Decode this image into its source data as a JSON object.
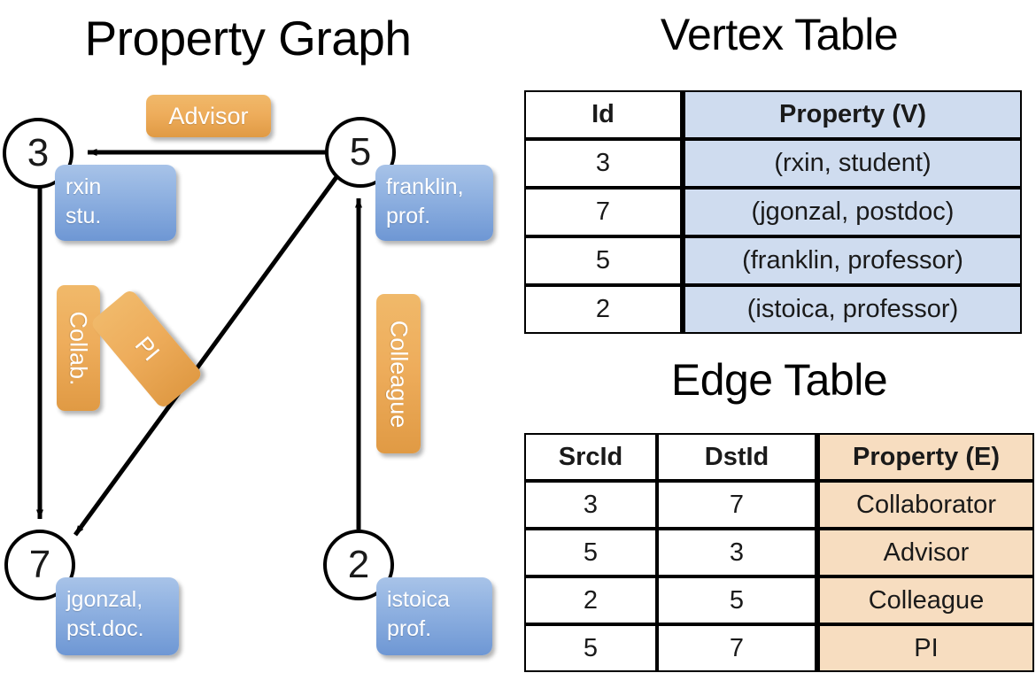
{
  "titles": {
    "property_graph": "Property Graph",
    "vertex_table": "Vertex Table",
    "edge_table": "Edge Table"
  },
  "graph": {
    "nodes": [
      {
        "id": "3",
        "property": "rxin\nstu."
      },
      {
        "id": "5",
        "property": "franklin,\nprof."
      },
      {
        "id": "7",
        "property": "jgonzal,\npst.doc."
      },
      {
        "id": "2",
        "property": "istoica\nprof."
      }
    ],
    "node_labels": {
      "n3": "3",
      "n5": "5",
      "n7": "7",
      "n2": "2"
    },
    "vertex_property_labels": {
      "rxin_line1": "rxin",
      "rxin_line2": "stu.",
      "franklin_line1": "franklin,",
      "franklin_line2": "prof.",
      "jgonzal_line1": "jgonzal,",
      "jgonzal_line2": "pst.doc.",
      "istoica_line1": "istoica",
      "istoica_line2": "prof."
    },
    "edge_labels": {
      "advisor": "Advisor",
      "collab": "Collab.",
      "pi": "PI",
      "colleague": "Colleague"
    },
    "edges": [
      {
        "src": "5",
        "dst": "3",
        "label": "Advisor"
      },
      {
        "src": "3",
        "dst": "7",
        "label": "Collab."
      },
      {
        "src": "5",
        "dst": "7",
        "label": "PI"
      },
      {
        "src": "2",
        "dst": "5",
        "label": "Colleague"
      }
    ]
  },
  "vertex_table": {
    "headers": {
      "id": "Id",
      "property": "Property (V)"
    },
    "rows": [
      {
        "id": "3",
        "property": "(rxin, student)"
      },
      {
        "id": "7",
        "property": "(jgonzal, postdoc)"
      },
      {
        "id": "5",
        "property": "(franklin, professor)"
      },
      {
        "id": "2",
        "property": "(istoica, professor)"
      }
    ]
  },
  "edge_table": {
    "headers": {
      "src": "SrcId",
      "dst": "DstId",
      "property": "Property (E)"
    },
    "rows": [
      {
        "src": "3",
        "dst": "7",
        "property": "Collaborator"
      },
      {
        "src": "5",
        "dst": "3",
        "property": "Advisor"
      },
      {
        "src": "2",
        "dst": "5",
        "property": "Colleague"
      },
      {
        "src": "5",
        "dst": "7",
        "property": "PI"
      }
    ]
  },
  "colors": {
    "vertex_property_fill": "#cfdcef",
    "edge_property_fill": "#f7ddc0",
    "node_callout_blue": "#6e97d4",
    "edge_callout_orange": "#eead5c",
    "border": "#000000",
    "background": "#ffffff"
  }
}
